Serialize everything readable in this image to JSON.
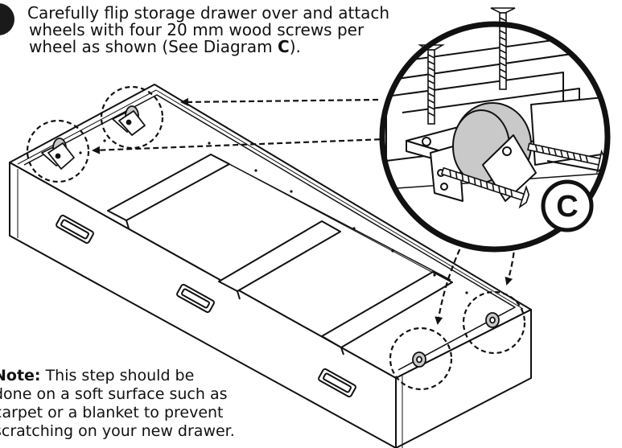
{
  "instruction": {
    "line1": "Carefully flip storage drawer over and attach",
    "line2": "wheels with four 20 mm wood screws per",
    "line3_prefix": "wheel as shown (See Diagram ",
    "line3_label": "C",
    "line3_suffix": ")."
  },
  "callout": {
    "label": "C"
  },
  "note": {
    "heading": "Note:",
    "line1": " This step should be",
    "line2": "done on a soft surface such as",
    "line3": "carpet or a blanket to prevent",
    "line4": "scratching on your new drawer."
  },
  "colors": {
    "ink": "#111111",
    "wheel": "#c9c9c9",
    "paper": "#ffffff"
  },
  "icons": [
    "step-number-badge",
    "caster-wheel-icon",
    "wood-screw-icon",
    "dashed-arrow-icon"
  ]
}
